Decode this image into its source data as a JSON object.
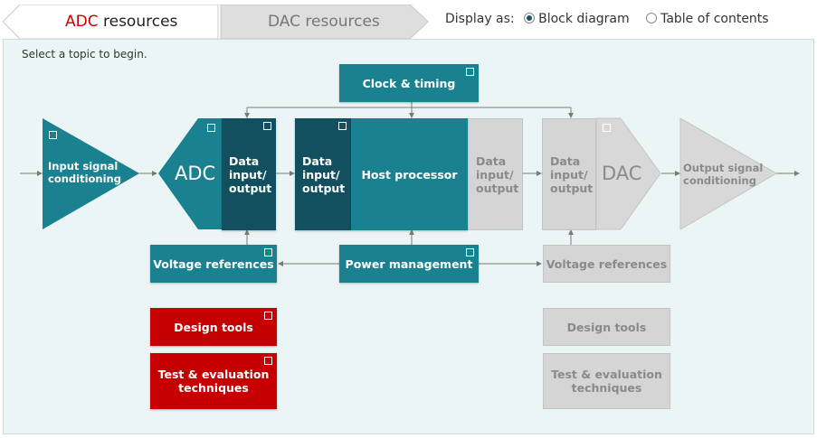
{
  "tabs": {
    "adc": {
      "accent": "ADC",
      "rest": " resources"
    },
    "dac": {
      "label": "DAC resources"
    }
  },
  "display": {
    "label": "Display as:",
    "options": [
      {
        "label": "Block diagram",
        "selected": true
      },
      {
        "label": "Table of contents",
        "selected": false
      }
    ]
  },
  "prompt": "Select a topic to begin.",
  "blocks": {
    "clock": "Clock & timing",
    "input_conditioning": "Input signal\nconditioning",
    "adc": "ADC",
    "adc_data_io": "Data\ninput/\noutput",
    "host_data_io": "Data\ninput/\noutput",
    "host_processor": "Host processor",
    "host_data_io_right": "Data\ninput/\noutput",
    "dac_data_io": "Data\ninput/\noutput",
    "dac": "DAC",
    "output_conditioning": "Output signal\nconditioning",
    "voltage_ref_left": "Voltage references",
    "power_management": "Power management",
    "voltage_ref_right": "Voltage references",
    "design_tools_left": "Design tools",
    "test_eval_left": "Test & evaluation\ntechniques",
    "design_tools_right": "Design tools",
    "test_eval_right": "Test & evaluation\ntechniques"
  },
  "colors": {
    "teal": "#1a8191",
    "dark_teal": "#13505f",
    "red": "#c60000",
    "inactive_grey": "#d5d5d5",
    "panel_bg": "#ebf5f5"
  }
}
